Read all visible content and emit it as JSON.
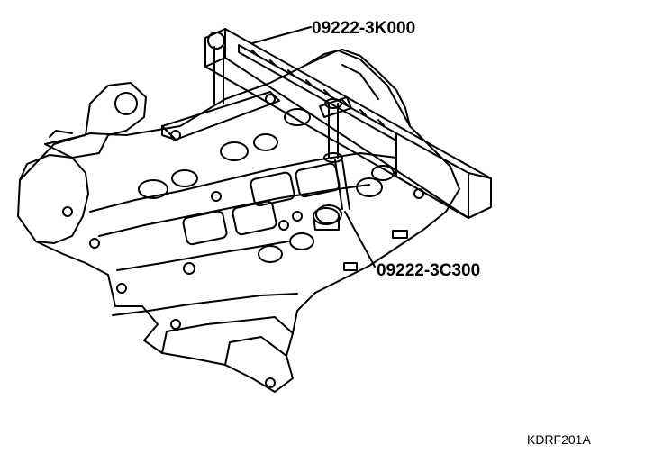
{
  "callouts": {
    "valve_spring_compressor": "09222-3K000",
    "adapter": "09222-3C300"
  },
  "figure_code": "KDRF201A",
  "colors": {
    "line": "#000000",
    "background": "#ffffff"
  },
  "icons": [
    "cylinder-head-illustration",
    "compressor-tool-illustration",
    "adapter-tool-illustration"
  ]
}
